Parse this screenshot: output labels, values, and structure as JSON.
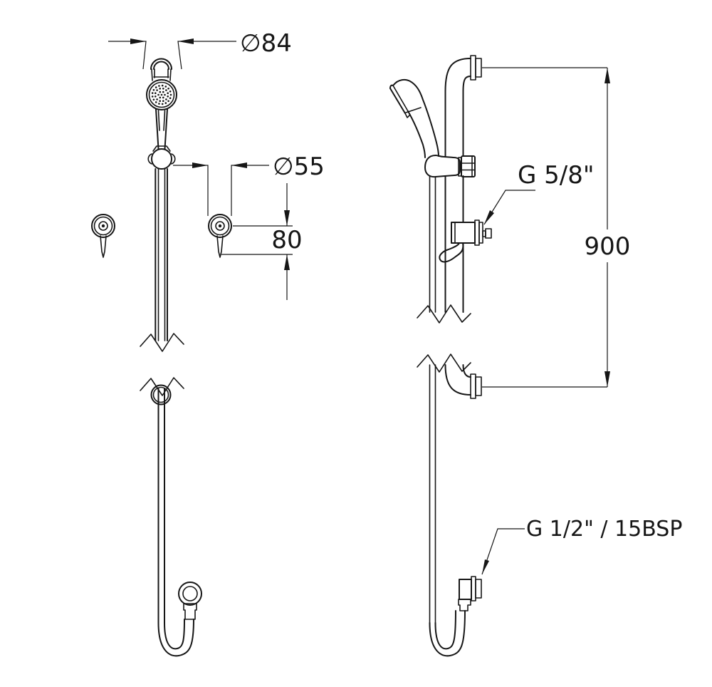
{
  "colors": {
    "ink": "#161616",
    "paper": "#ffffff"
  },
  "front_view": {
    "dim_head_diameter": "∅84",
    "dim_bracket_diameter": "∅55",
    "dim_bracket_hook_offset": "80"
  },
  "side_view": {
    "dim_rail_height": "900",
    "label_supply_connection": "G 5/8\"",
    "label_wall_outlet_connection": "G 1/2\" / 15BSP"
  }
}
